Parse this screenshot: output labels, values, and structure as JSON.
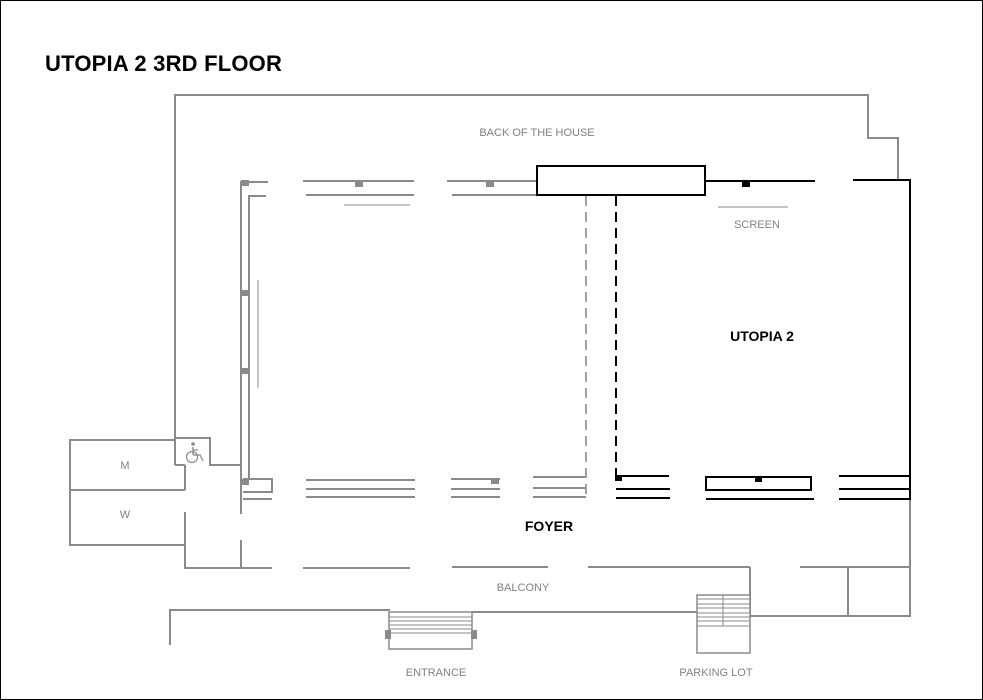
{
  "title": "UTOPIA 2 3RD FLOOR",
  "labels": {
    "back_of_house": "BACK OF THE HOUSE",
    "screen": "SCREEN",
    "room": "UTOPIA 2",
    "foyer": "FOYER",
    "balcony": "BALCONY",
    "entrance": "ENTRANCE",
    "parking_lot": "PARKING LOT",
    "men": "M",
    "women": "W"
  },
  "icons": {
    "accessible": "wheelchair-icon"
  },
  "colors": {
    "wall": "#8a8a8a",
    "room_wall": "#000000",
    "label": "#808080"
  }
}
